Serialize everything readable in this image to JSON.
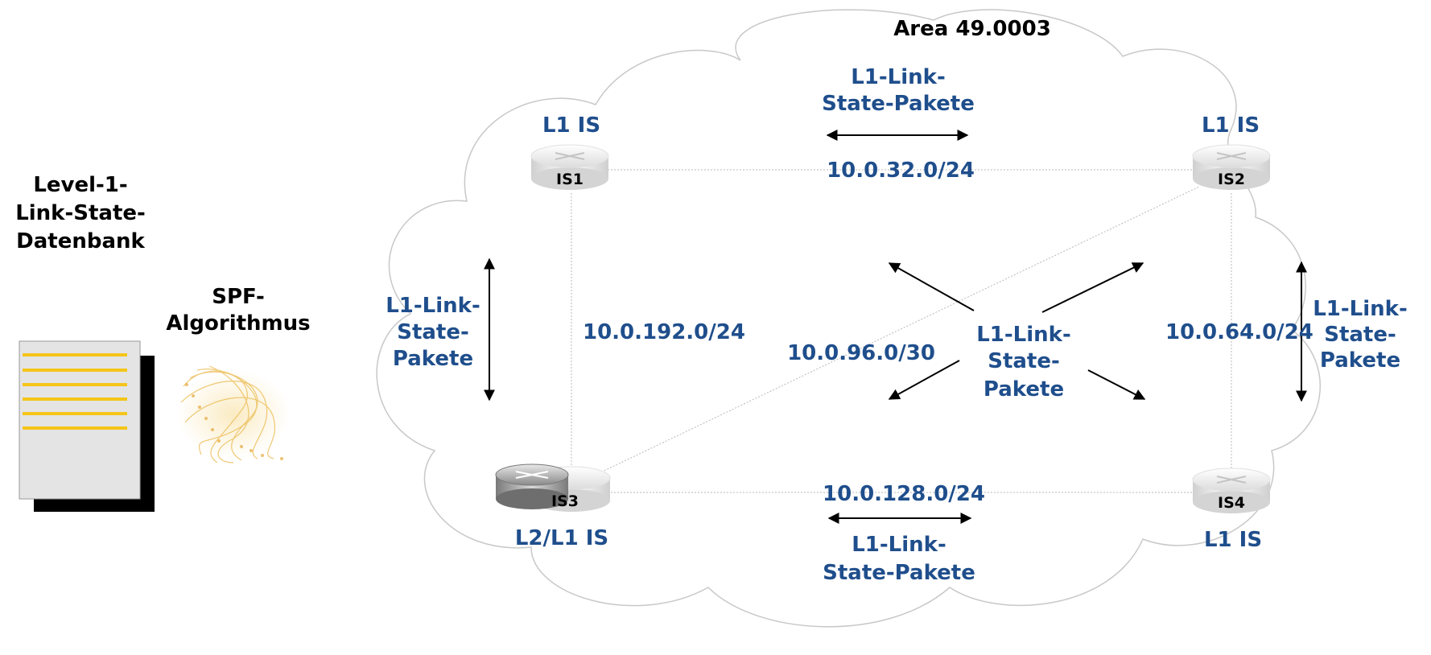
{
  "area_label": "Area 49.0003",
  "database": {
    "title_lines": [
      "Level-1-",
      "Link-State-",
      "Datenbank"
    ]
  },
  "spf": {
    "title_lines": [
      "SPF-",
      "Algorithmus"
    ]
  },
  "routers": [
    {
      "id": "IS1",
      "role": "L1 IS"
    },
    {
      "id": "IS2",
      "role": "L1 IS"
    },
    {
      "id": "IS3",
      "role": "L2/L1 IS"
    },
    {
      "id": "IS4",
      "role": "L1 IS"
    }
  ],
  "links": [
    {
      "from": "IS1",
      "to": "IS2",
      "subnet": "10.0.32.0/24"
    },
    {
      "from": "IS1",
      "to": "IS3",
      "subnet": "10.0.192.0/24"
    },
    {
      "from": "IS2",
      "to": "IS4",
      "subnet": "10.0.64.0/24"
    },
    {
      "from": "IS3",
      "to": "IS4",
      "subnet": "10.0.128.0/24"
    },
    {
      "from": "IS3",
      "to": "IS2",
      "subnet": "10.0.96.0/30"
    }
  ],
  "lsp_labels": {
    "top": [
      "L1-Link-",
      "State-Pakete"
    ],
    "bottom": [
      "L1-Link-",
      "State-Pakete"
    ],
    "left": [
      "L1-Link-",
      "State-",
      "Pakete"
    ],
    "right": [
      "L1-Link-",
      "State-",
      "Pakete"
    ],
    "center": [
      "L1-Link-",
      "State-",
      "Pakete"
    ]
  },
  "colors": {
    "label_blue": "#1f4e8c",
    "db_lines": "#f5c518",
    "cloud_stroke": "#c8c8c8"
  }
}
